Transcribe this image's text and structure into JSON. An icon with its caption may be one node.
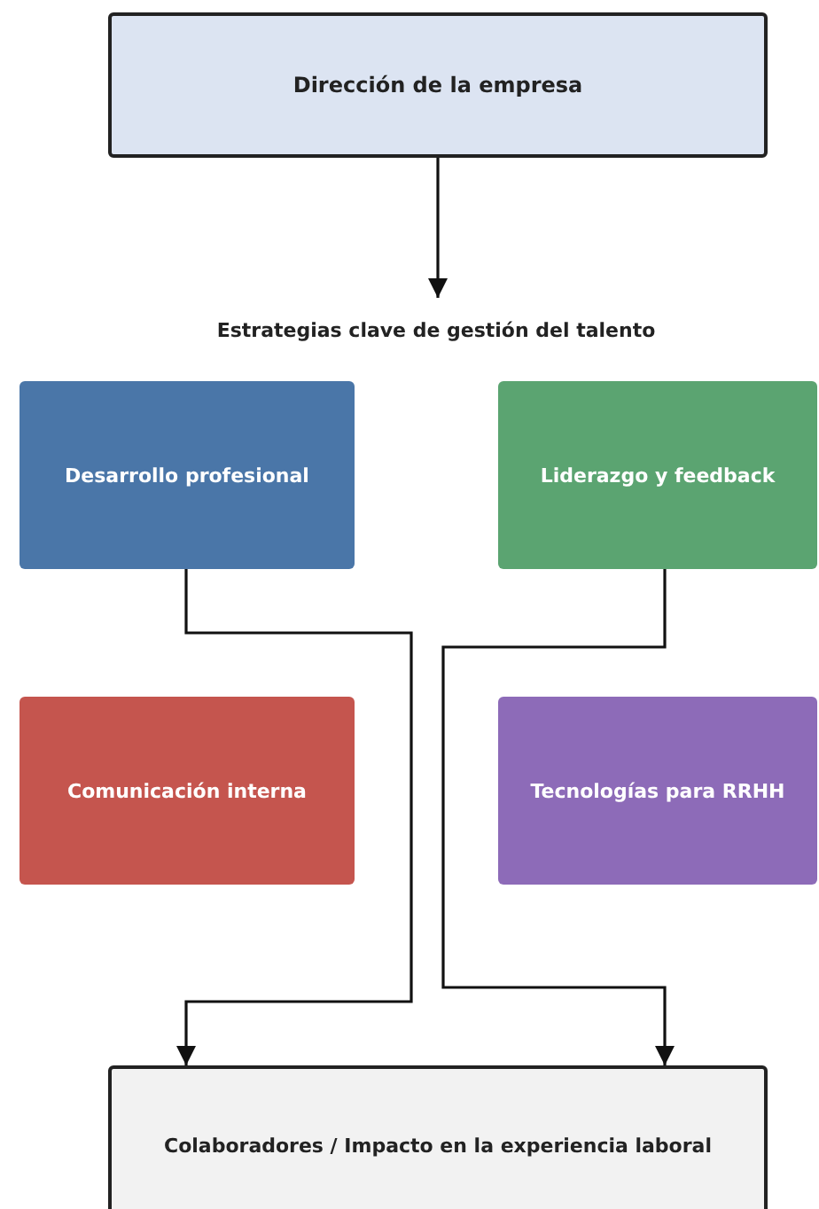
{
  "diagram": {
    "nodes": [
      {
        "text": [
          "Dirección de la empresa"
        ]
      },
      {
        "text": [
          "Estrategias clave de gestión del talento"
        ]
      },
      {
        "text": [
          "Desarrollo profesional"
        ]
      },
      {
        "text": [
          "Liderazgo y feedback"
        ]
      },
      {
        "text": [
          "Comunicación interna"
        ]
      },
      {
        "text": [
          "Tecnologías para RRHH"
        ]
      },
      {
        "text": [
          "Colaboradores / Impacto en la experiencia laboral"
        ]
      }
    ],
    "edges": [
      {
        "from": 0,
        "to": 1,
        "arrow": "to"
      },
      {
        "from": 2,
        "to": 6,
        "arrow": "to"
      },
      {
        "from": 3,
        "to": 6,
        "arrow": "to"
      }
    ]
  }
}
